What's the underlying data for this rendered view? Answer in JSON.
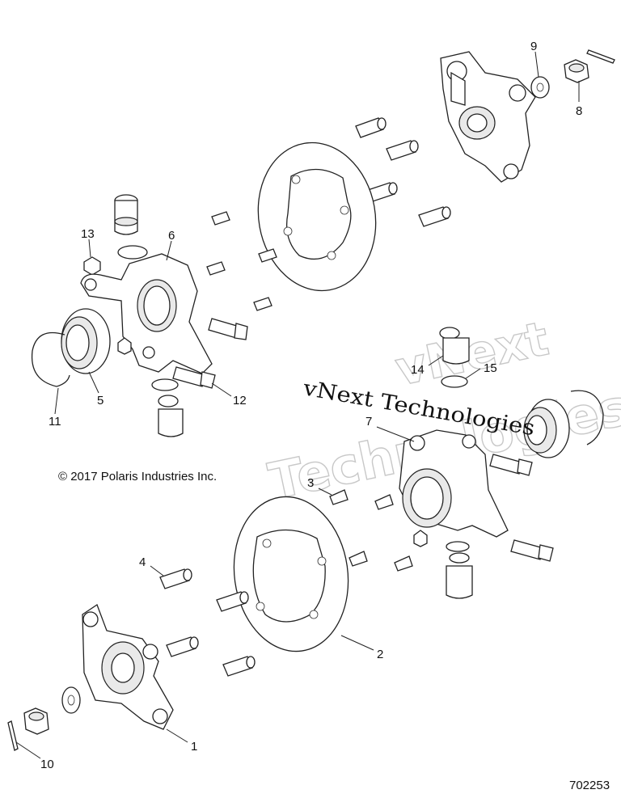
{
  "copyright": "© 2017 Polaris Industries Inc.",
  "document_number": "702253",
  "watermark": {
    "line": "vNext Technologies",
    "ghost_top": "vNext",
    "ghost_bottom": "Technologies"
  },
  "callouts": [
    "1",
    "2",
    "3",
    "4",
    "5",
    "6",
    "7",
    "8",
    "9",
    "10",
    "11",
    "12",
    "13",
    "14",
    "15"
  ]
}
